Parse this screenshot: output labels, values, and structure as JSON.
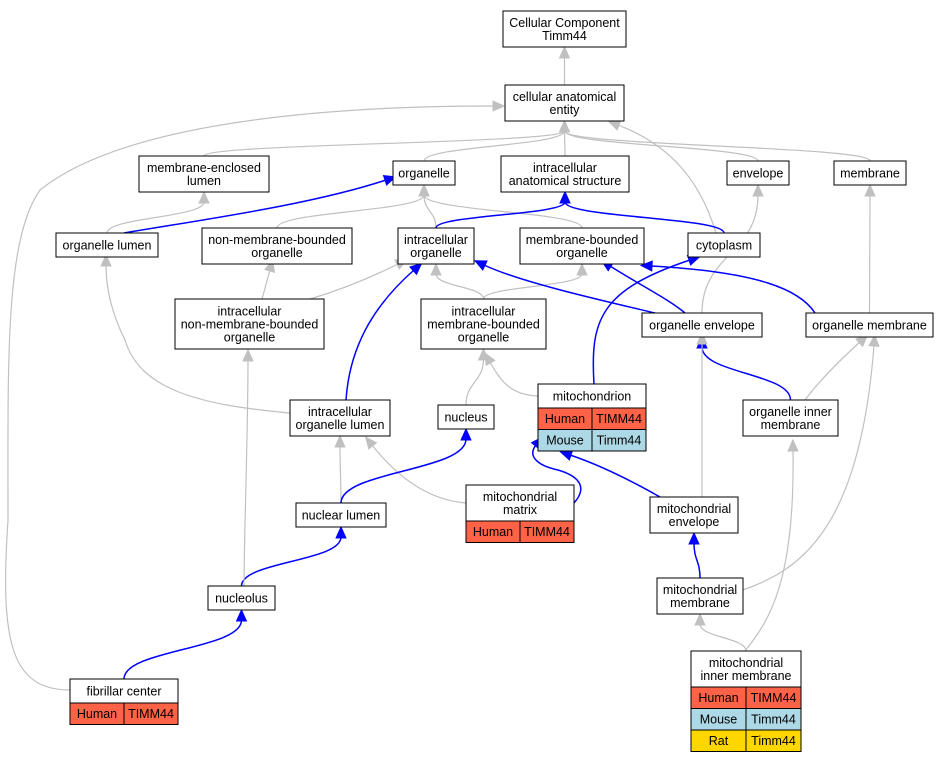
{
  "colors": {
    "edge_default": "#c0c0c0",
    "edge_highlight": "#0000ff",
    "Human": "#ff6347",
    "Mouse": "#add8e6",
    "Rat": "#ffd700",
    "node_bg": "#ffffff",
    "node_border": "#000000"
  },
  "nodes": [
    {
      "id": "root",
      "lines": [
        "Cellular Component",
        "Timm44"
      ]
    },
    {
      "id": "cae",
      "lines": [
        "cellular anatomical",
        "entity"
      ]
    },
    {
      "id": "mel",
      "lines": [
        "membrane-enclosed",
        "lumen"
      ]
    },
    {
      "id": "org",
      "lines": [
        "organelle"
      ]
    },
    {
      "id": "ias",
      "lines": [
        "intracellular",
        "anatomical structure"
      ]
    },
    {
      "id": "env",
      "lines": [
        "envelope"
      ]
    },
    {
      "id": "mem",
      "lines": [
        "membrane"
      ]
    },
    {
      "id": "orgl",
      "lines": [
        "organelle lumen"
      ]
    },
    {
      "id": "nmbo",
      "lines": [
        "non-membrane-bounded",
        "organelle"
      ]
    },
    {
      "id": "io",
      "lines": [
        "intracellular",
        "organelle"
      ]
    },
    {
      "id": "mbo",
      "lines": [
        "membrane-bounded",
        "organelle"
      ]
    },
    {
      "id": "cyto",
      "lines": [
        "cytoplasm"
      ]
    },
    {
      "id": "inmbo",
      "lines": [
        "intracellular",
        "non-membrane-bounded",
        "organelle"
      ]
    },
    {
      "id": "imbo",
      "lines": [
        "intracellular",
        "membrane-bounded",
        "organelle"
      ]
    },
    {
      "id": "oenv",
      "lines": [
        "organelle envelope"
      ]
    },
    {
      "id": "omem",
      "lines": [
        "organelle membrane"
      ]
    },
    {
      "id": "mito",
      "lines": [
        "mitochondrion"
      ],
      "genes": [
        {
          "species": "Human",
          "gene": "TIMM44"
        },
        {
          "species": "Mouse",
          "gene": "Timm44"
        }
      ]
    },
    {
      "id": "iol",
      "lines": [
        "intracellular",
        "organelle lumen"
      ]
    },
    {
      "id": "nuc",
      "lines": [
        "nucleus"
      ]
    },
    {
      "id": "oim",
      "lines": [
        "organelle inner",
        "membrane"
      ]
    },
    {
      "id": "mmat",
      "lines": [
        "mitochondrial",
        "matrix"
      ],
      "genes": [
        {
          "species": "Human",
          "gene": "TIMM44"
        }
      ]
    },
    {
      "id": "nl",
      "lines": [
        "nuclear lumen"
      ]
    },
    {
      "id": "menv",
      "lines": [
        "mitochondrial",
        "envelope"
      ]
    },
    {
      "id": "nucl",
      "lines": [
        "nucleolus"
      ]
    },
    {
      "id": "mmem",
      "lines": [
        "mitochondrial",
        "membrane"
      ]
    },
    {
      "id": "fc",
      "lines": [
        "fibrillar center"
      ],
      "genes": [
        {
          "species": "Human",
          "gene": "TIMM44"
        }
      ]
    },
    {
      "id": "mim",
      "lines": [
        "mitochondrial",
        "inner membrane"
      ],
      "genes": [
        {
          "species": "Human",
          "gene": "TIMM44"
        },
        {
          "species": "Mouse",
          "gene": "Timm44"
        },
        {
          "species": "Rat",
          "gene": "Timm44"
        }
      ]
    }
  ],
  "edges": [
    {
      "from": "cae",
      "to": "root",
      "highlight": false
    },
    {
      "from": "mel",
      "to": "cae",
      "highlight": false
    },
    {
      "from": "org",
      "to": "cae",
      "highlight": false
    },
    {
      "from": "ias",
      "to": "cae",
      "highlight": false
    },
    {
      "from": "env",
      "to": "cae",
      "highlight": false
    },
    {
      "from": "mem",
      "to": "cae",
      "highlight": false
    },
    {
      "from": "cyto",
      "to": "cae",
      "highlight": false
    },
    {
      "from": "fc",
      "to": "cae",
      "highlight": false
    },
    {
      "from": "orgl",
      "to": "mel",
      "highlight": false
    },
    {
      "from": "orgl",
      "to": "org",
      "highlight": true
    },
    {
      "from": "nmbo",
      "to": "org",
      "highlight": false
    },
    {
      "from": "io",
      "to": "org",
      "highlight": false
    },
    {
      "from": "mbo",
      "to": "org",
      "highlight": false
    },
    {
      "from": "io",
      "to": "ias",
      "highlight": true
    },
    {
      "from": "cyto",
      "to": "ias",
      "highlight": true
    },
    {
      "from": "oenv",
      "to": "env",
      "highlight": false
    },
    {
      "from": "omem",
      "to": "mem",
      "highlight": false
    },
    {
      "from": "inmbo",
      "to": "nmbo",
      "highlight": false
    },
    {
      "from": "inmbo",
      "to": "io",
      "highlight": false
    },
    {
      "from": "imbo",
      "to": "io",
      "highlight": false
    },
    {
      "from": "imbo",
      "to": "mbo",
      "highlight": false
    },
    {
      "from": "oenv",
      "to": "io",
      "highlight": true
    },
    {
      "from": "oenv",
      "to": "mbo",
      "highlight": true
    },
    {
      "from": "omem",
      "to": "mbo",
      "highlight": true
    },
    {
      "from": "mito",
      "to": "cyto",
      "highlight": true
    },
    {
      "from": "mito",
      "to": "imbo",
      "highlight": false
    },
    {
      "from": "iol",
      "to": "orgl",
      "highlight": false
    },
    {
      "from": "iol",
      "to": "io",
      "highlight": true
    },
    {
      "from": "nuc",
      "to": "imbo",
      "highlight": false
    },
    {
      "from": "oim",
      "to": "oenv",
      "highlight": true
    },
    {
      "from": "oim",
      "to": "omem",
      "highlight": false
    },
    {
      "from": "mmat",
      "to": "iol",
      "highlight": false
    },
    {
      "from": "mmat",
      "to": "mito",
      "highlight": true
    },
    {
      "from": "nl",
      "to": "iol",
      "highlight": false
    },
    {
      "from": "nl",
      "to": "nuc",
      "highlight": true
    },
    {
      "from": "menv",
      "to": "mito",
      "highlight": true
    },
    {
      "from": "menv",
      "to": "oenv",
      "highlight": false
    },
    {
      "from": "nucl",
      "to": "nl",
      "highlight": true
    },
    {
      "from": "nucl",
      "to": "inmbo",
      "highlight": false
    },
    {
      "from": "mmem",
      "to": "menv",
      "highlight": true
    },
    {
      "from": "mmem",
      "to": "omem",
      "highlight": false
    },
    {
      "from": "fc",
      "to": "nucl",
      "highlight": true
    },
    {
      "from": "mim",
      "to": "mmem",
      "highlight": false
    },
    {
      "from": "mim",
      "to": "oim",
      "highlight": false
    }
  ]
}
